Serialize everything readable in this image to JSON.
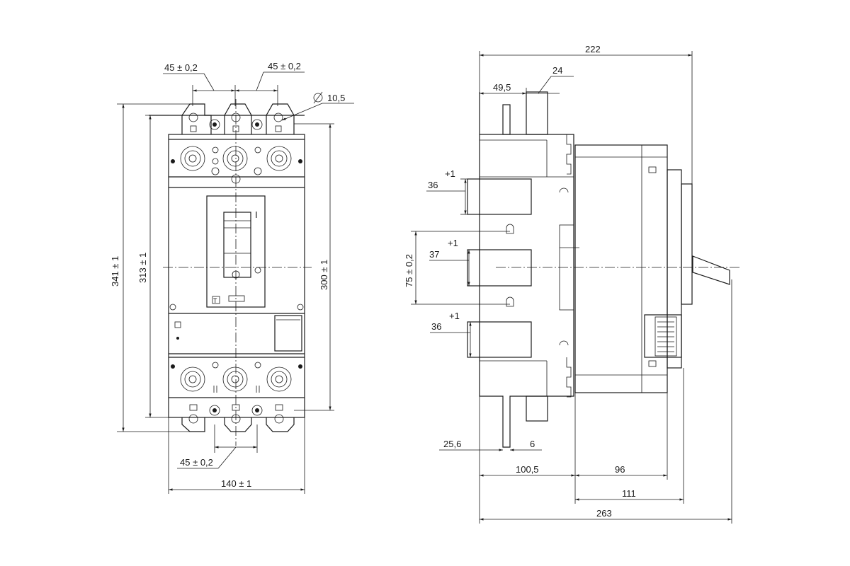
{
  "front_view": {
    "dim_pitch_top_left": "45 ± 0,2",
    "dim_pitch_top_right": "45 ± 0,2",
    "dim_hole_dia": "10,5",
    "dim_height_outer": "341 ± 1",
    "dim_height_mid": "313 ± 1",
    "dim_height_body": "300 ± 1",
    "dim_pitch_bottom": "45 ± 0,2",
    "dim_width": "140 ± 1",
    "handle_mark": "I",
    "handle_badge": "T"
  },
  "side_view": {
    "dim_total_top": "222",
    "dim_terminal_depth": "49,5",
    "dim_terminal_thickness": "24",
    "dim_terminal_1": "36",
    "dim_terminal_1_tol": "+1",
    "dim_terminal_2": "37",
    "dim_terminal_2_tol": "+1",
    "dim_terminal_3": "36",
    "dim_terminal_3_tol": "+1",
    "dim_pitch_vertical": "75 ± 0,2",
    "dim_base_offset": "25,6",
    "dim_slot": "6",
    "dim_base_depth": "100,5",
    "dim_body_depth": "96",
    "dim_body_total": "111",
    "dim_overall_depth": "263"
  }
}
